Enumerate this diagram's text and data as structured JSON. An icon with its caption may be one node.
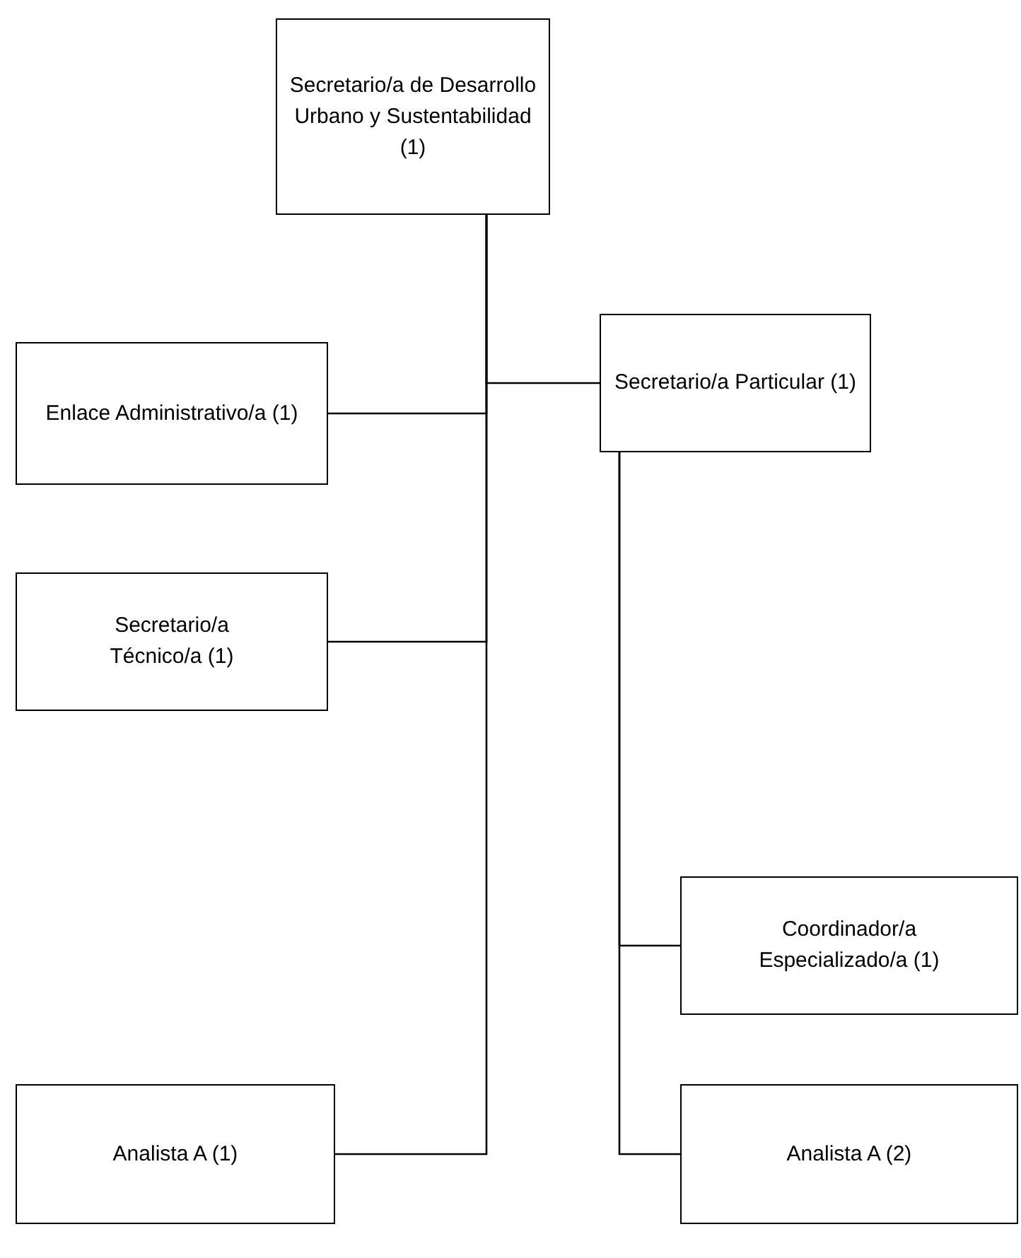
{
  "diagram": {
    "nodes": [
      {
        "text": [
          "Secretario/a de Desarrollo Urbano y Sustentabilidad (1)"
        ]
      },
      {
        "text": [
          "Secretario/a Particular (1)"
        ]
      },
      {
        "text": [
          "Enlace Administrativo/a (1)"
        ]
      },
      {
        "text": [
          "Secretario/a Técnico/a (1)"
        ]
      },
      {
        "text": [
          "Coordinador/a Especializado/a (1)"
        ]
      },
      {
        "text": [
          "Analista A (1)"
        ]
      },
      {
        "text": [
          "Analista A (2)"
        ]
      }
    ],
    "edges": [
      {
        "from": 0,
        "to": 1,
        "arrow": "none"
      },
      {
        "from": 0,
        "to": 2,
        "arrow": "none"
      },
      {
        "from": 0,
        "to": 3,
        "arrow": "none"
      },
      {
        "from": 0,
        "to": 5,
        "arrow": "none"
      },
      {
        "from": 1,
        "to": 4,
        "arrow": "none"
      },
      {
        "from": 1,
        "to": 6,
        "arrow": "none"
      }
    ]
  }
}
